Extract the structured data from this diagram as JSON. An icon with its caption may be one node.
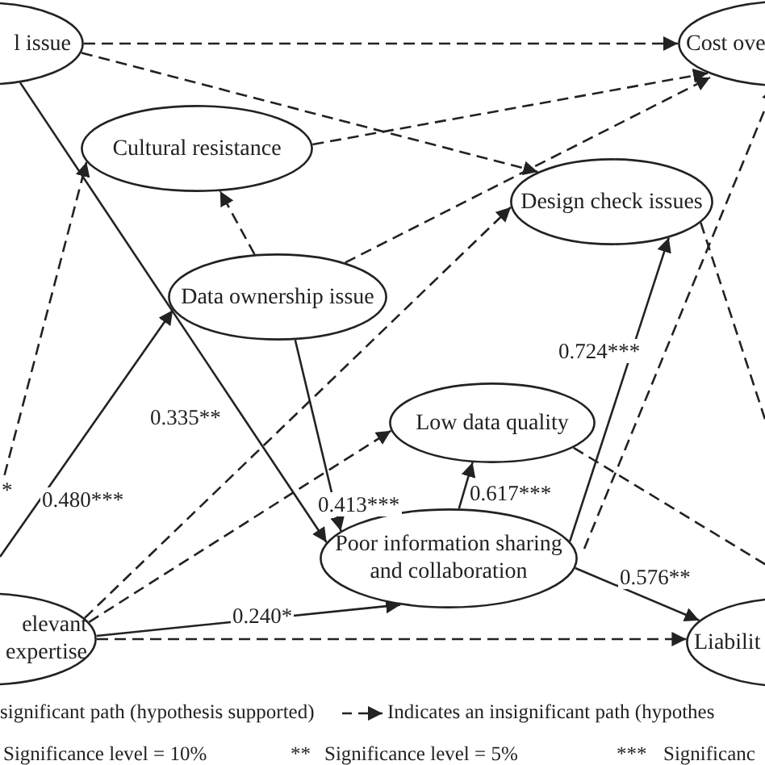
{
  "diagram": {
    "nodes": [
      {
        "text": [
          "l issue"
        ]
      },
      {
        "text": [
          "Cost ove"
        ]
      },
      {
        "text": [
          "Cultural resistance"
        ]
      },
      {
        "text": [
          "Design check issues"
        ]
      },
      {
        "text": [
          "Data ownership issue"
        ]
      },
      {
        "text": [
          "Low data quality"
        ]
      },
      {
        "text": [
          "Poor information sharing and collaboration"
        ]
      },
      {
        "text": [
          "elevant expertise"
        ]
      },
      {
        "text": [
          "Liabilit"
        ]
      }
    ],
    "edges": [
      {
        "from": 0,
        "to": 1,
        "arrow": "to",
        "style": "dashed"
      },
      {
        "from": 0,
        "to": 3,
        "arrow": "to",
        "style": "dashed"
      },
      {
        "from": 0,
        "to": 6,
        "arrow": "to",
        "label": "0.335**"
      },
      {
        "from": 2,
        "to": 1,
        "arrow": "to",
        "style": "dashed"
      },
      {
        "from": 4,
        "to": 2,
        "arrow": "to",
        "style": "dashed"
      },
      {
        "from": 4,
        "to": 1,
        "arrow": "to",
        "style": "dashed"
      },
      {
        "from": 4,
        "to": 6,
        "arrow": "to",
        "label": "0.413***"
      },
      {
        "from": null,
        "to": 2,
        "arrow": "to",
        "style": "dashed",
        "label": "*"
      },
      {
        "from": null,
        "to": 4,
        "arrow": "to",
        "label": "0.480***"
      },
      {
        "from": 7,
        "to": 3,
        "arrow": "to",
        "style": "dashed"
      },
      {
        "from": 7,
        "to": 5,
        "arrow": "to",
        "style": "dashed"
      },
      {
        "from": 7,
        "to": 6,
        "arrow": "to",
        "label": "0.240*"
      },
      {
        "from": 7,
        "to": 8,
        "arrow": "to",
        "style": "dashed"
      },
      {
        "from": 6,
        "to": 5,
        "arrow": "to",
        "label": "0.617***"
      },
      {
        "from": 6,
        "to": 3,
        "arrow": "to",
        "label": "0.724***"
      },
      {
        "from": 6,
        "to": 8,
        "arrow": "to",
        "label": "0.576**"
      },
      {
        "from": 6,
        "to": 1,
        "arrow": "to",
        "style": "dashed"
      },
      {
        "from": 3,
        "to": null,
        "arrow": "none",
        "style": "dashed"
      },
      {
        "from": 5,
        "to": null,
        "arrow": "none",
        "style": "dashed"
      }
    ],
    "labels": [
      "Significance level = 10%",
      "**",
      "Significance level = 5%",
      "***",
      "Significanc"
    ],
    "legend": [
      {
        "text": "significant path (hypothesis supported)"
      },
      {
        "text": "Indicates an insignificant path (hypothes"
      }
    ]
  }
}
